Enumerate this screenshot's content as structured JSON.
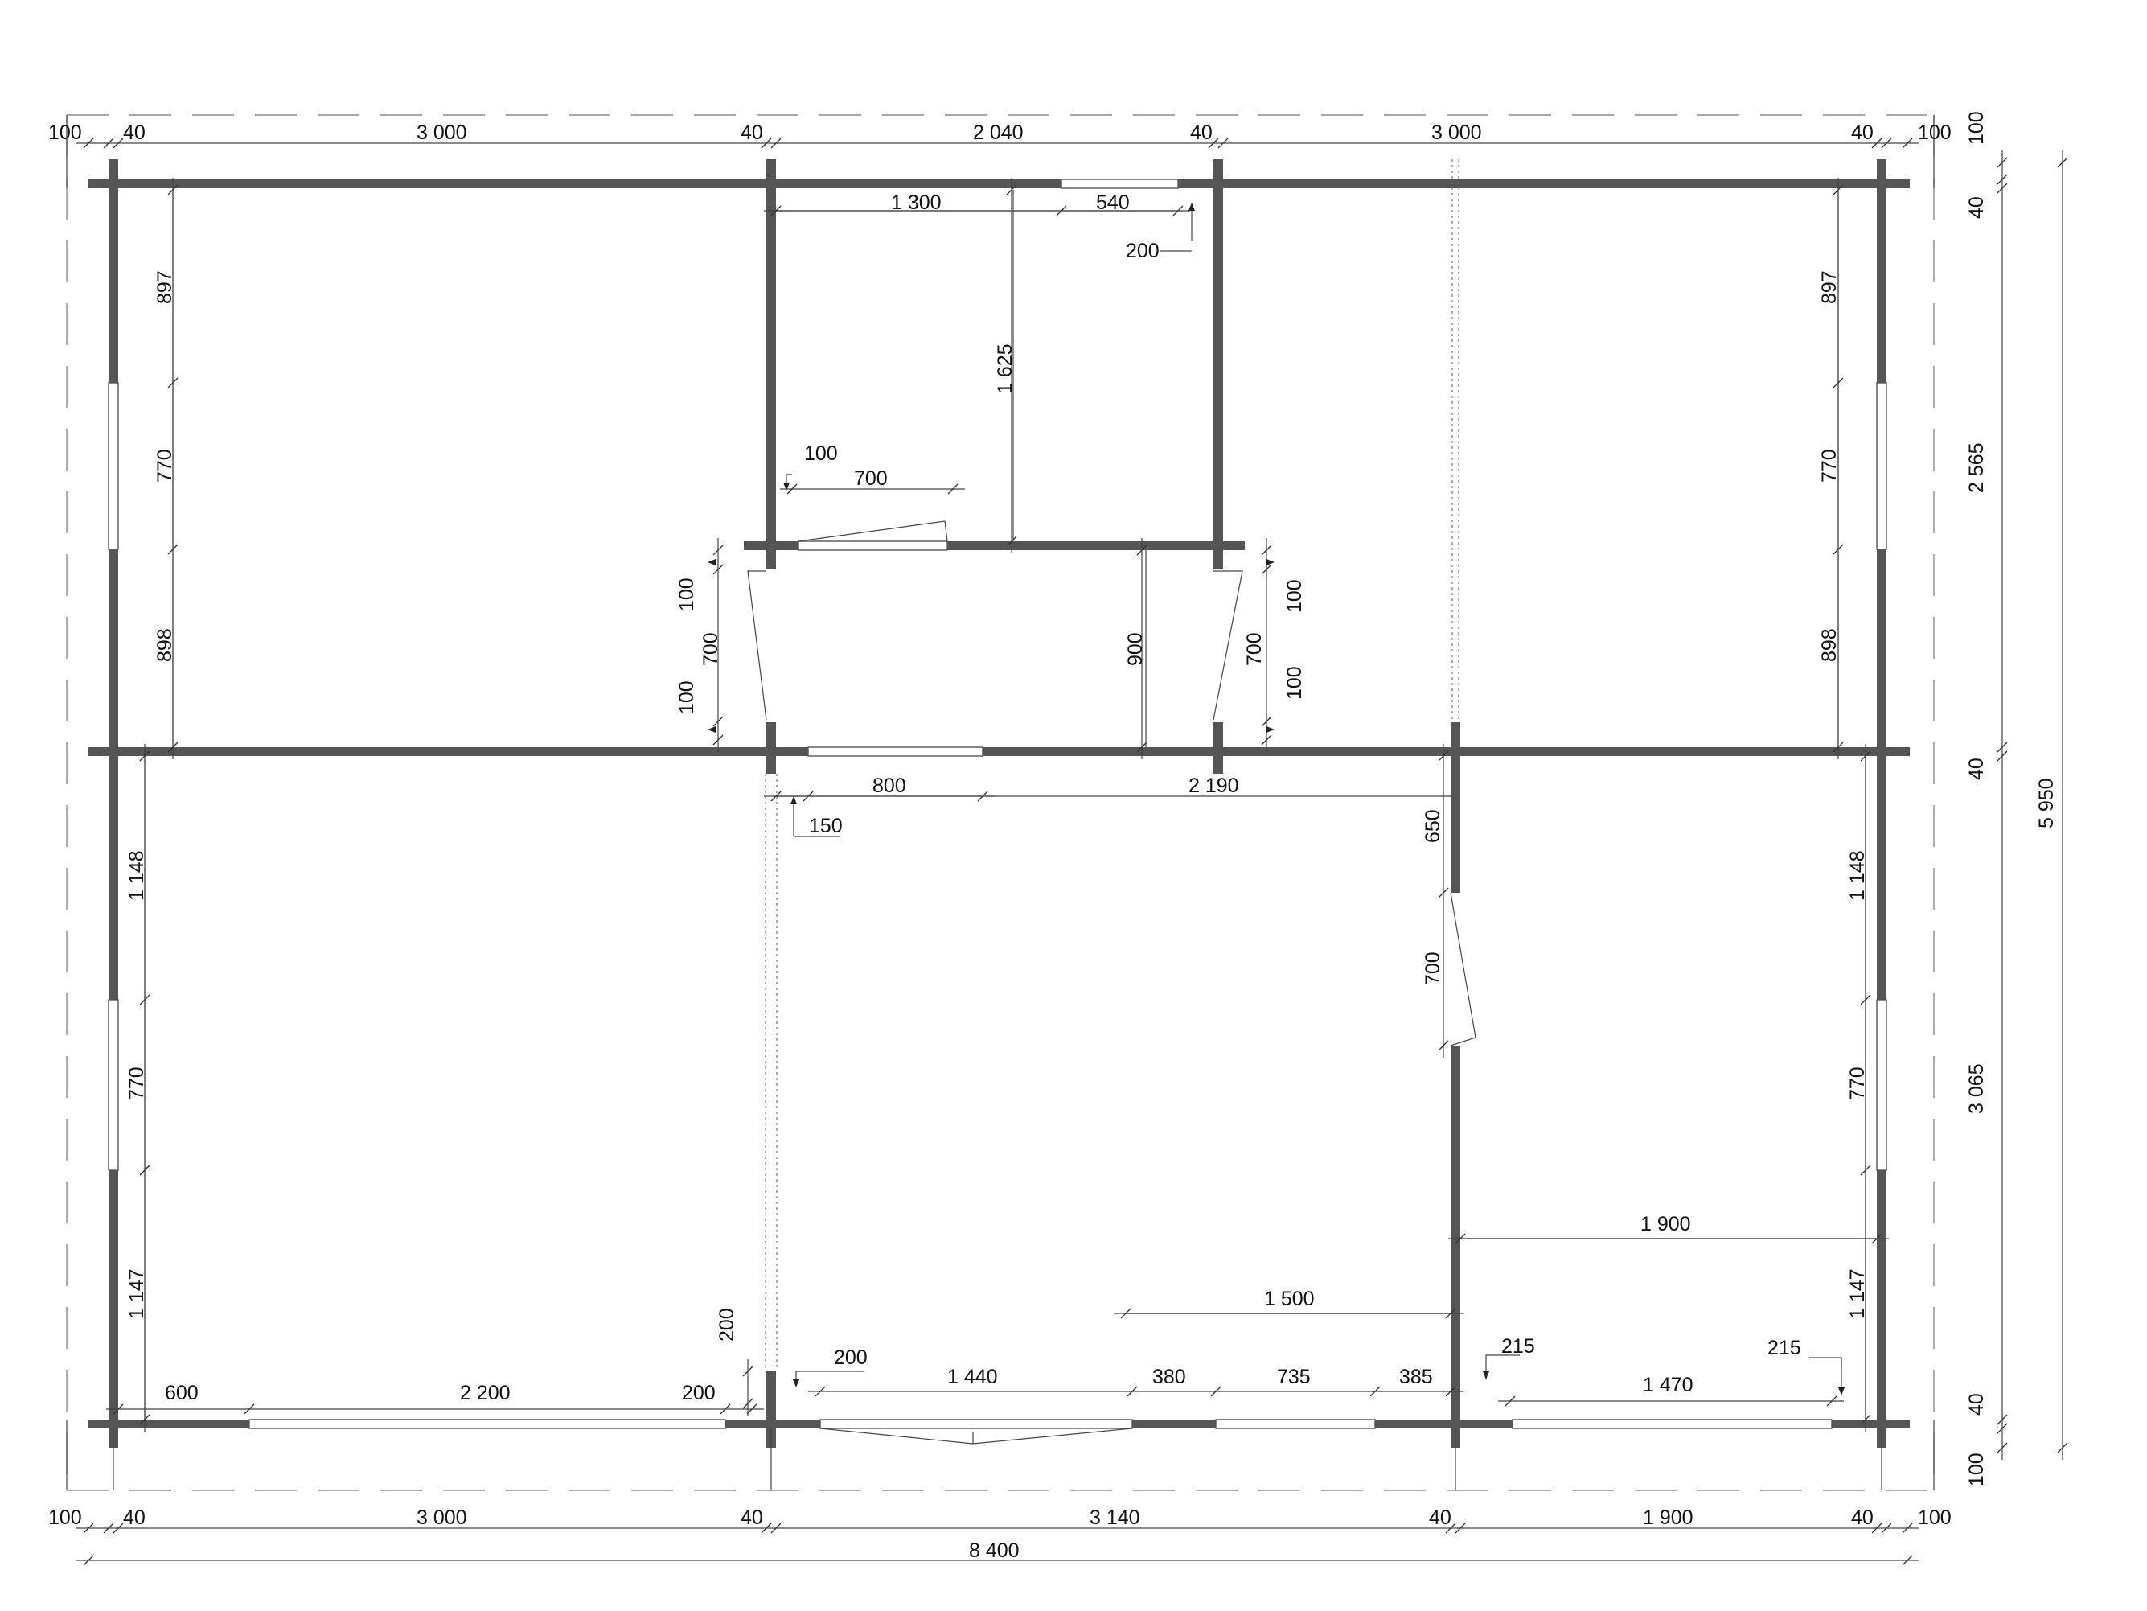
{
  "drawing": {
    "top": [
      "100",
      "40",
      "3 000",
      "40",
      "2 040",
      "40",
      "3 000",
      "40",
      "100"
    ],
    "bottom": [
      "100",
      "40",
      "3 000",
      "40",
      "3 140",
      "40",
      "1 900",
      "40",
      "100"
    ],
    "bottom_total": "8 400",
    "right": [
      "100",
      "40",
      "2 565",
      "40",
      "3 065",
      "40",
      "100"
    ],
    "right_total": "5 950",
    "left_top": [
      "897",
      "770",
      "898"
    ],
    "right_top": [
      "897",
      "770",
      "898"
    ],
    "left_bottom": [
      "1 148",
      "770",
      "1 147"
    ],
    "right_bottom": [
      "1 148",
      "770",
      "1 147"
    ],
    "upper_mid": {
      "d1300": "1 300",
      "d540": "540",
      "d200": "200",
      "d1625": "1 625",
      "d100a": "100",
      "d700a": "700",
      "l100a": "100",
      "l700": "700",
      "l100b": "100",
      "d900": "900",
      "r700": "700",
      "r100a": "100",
      "r100b": "100"
    },
    "lower_mid": {
      "d800": "800",
      "d2190": "2 190",
      "d150": "150",
      "d650": "650",
      "d700": "700",
      "d1900": "1 900",
      "d1500": "1 500",
      "d215a": "215",
      "d215b": "215",
      "d200v": "200",
      "d200h": "200"
    },
    "bottom_chain": [
      "600",
      "2 200",
      "200",
      "1 440",
      "380",
      "735",
      "385",
      "1 470"
    ]
  }
}
